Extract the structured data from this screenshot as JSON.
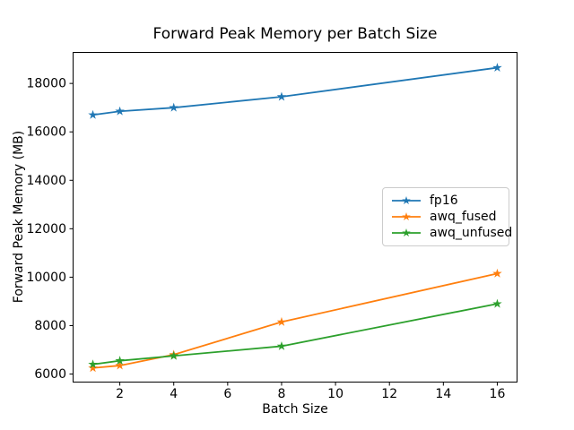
{
  "chart_data": {
    "type": "line",
    "title": "Forward Peak Memory per Batch Size",
    "xlabel": "Batch Size",
    "ylabel": "Forward Peak Memory (MB)",
    "x": [
      1,
      2,
      4,
      8,
      16
    ],
    "series": [
      {
        "name": "fp16",
        "color": "#1f77b4",
        "values": [
          16700,
          16850,
          17000,
          17450,
          18650
        ]
      },
      {
        "name": "awq_fused",
        "color": "#ff7f0e",
        "values": [
          6250,
          6350,
          6800,
          8150,
          10150
        ]
      },
      {
        "name": "awq_unfused",
        "color": "#2ca02c",
        "values": [
          6400,
          6550,
          6750,
          7150,
          8900
        ]
      }
    ],
    "marker": "star",
    "xticks": [
      2,
      4,
      6,
      8,
      10,
      12,
      14,
      16
    ],
    "yticks": [
      6000,
      8000,
      10000,
      12000,
      14000,
      16000,
      18000
    ],
    "xlim": [
      0.25,
      16.75
    ],
    "ylim": [
      5650,
      19300
    ],
    "grid": false,
    "legend": {
      "position": "center right",
      "entries": [
        "fp16",
        "awq_fused",
        "awq_unfused"
      ]
    }
  },
  "colors": {
    "spine": "#000000",
    "text": "#000000",
    "legend_border": "#cccccc",
    "background": "#ffffff"
  }
}
